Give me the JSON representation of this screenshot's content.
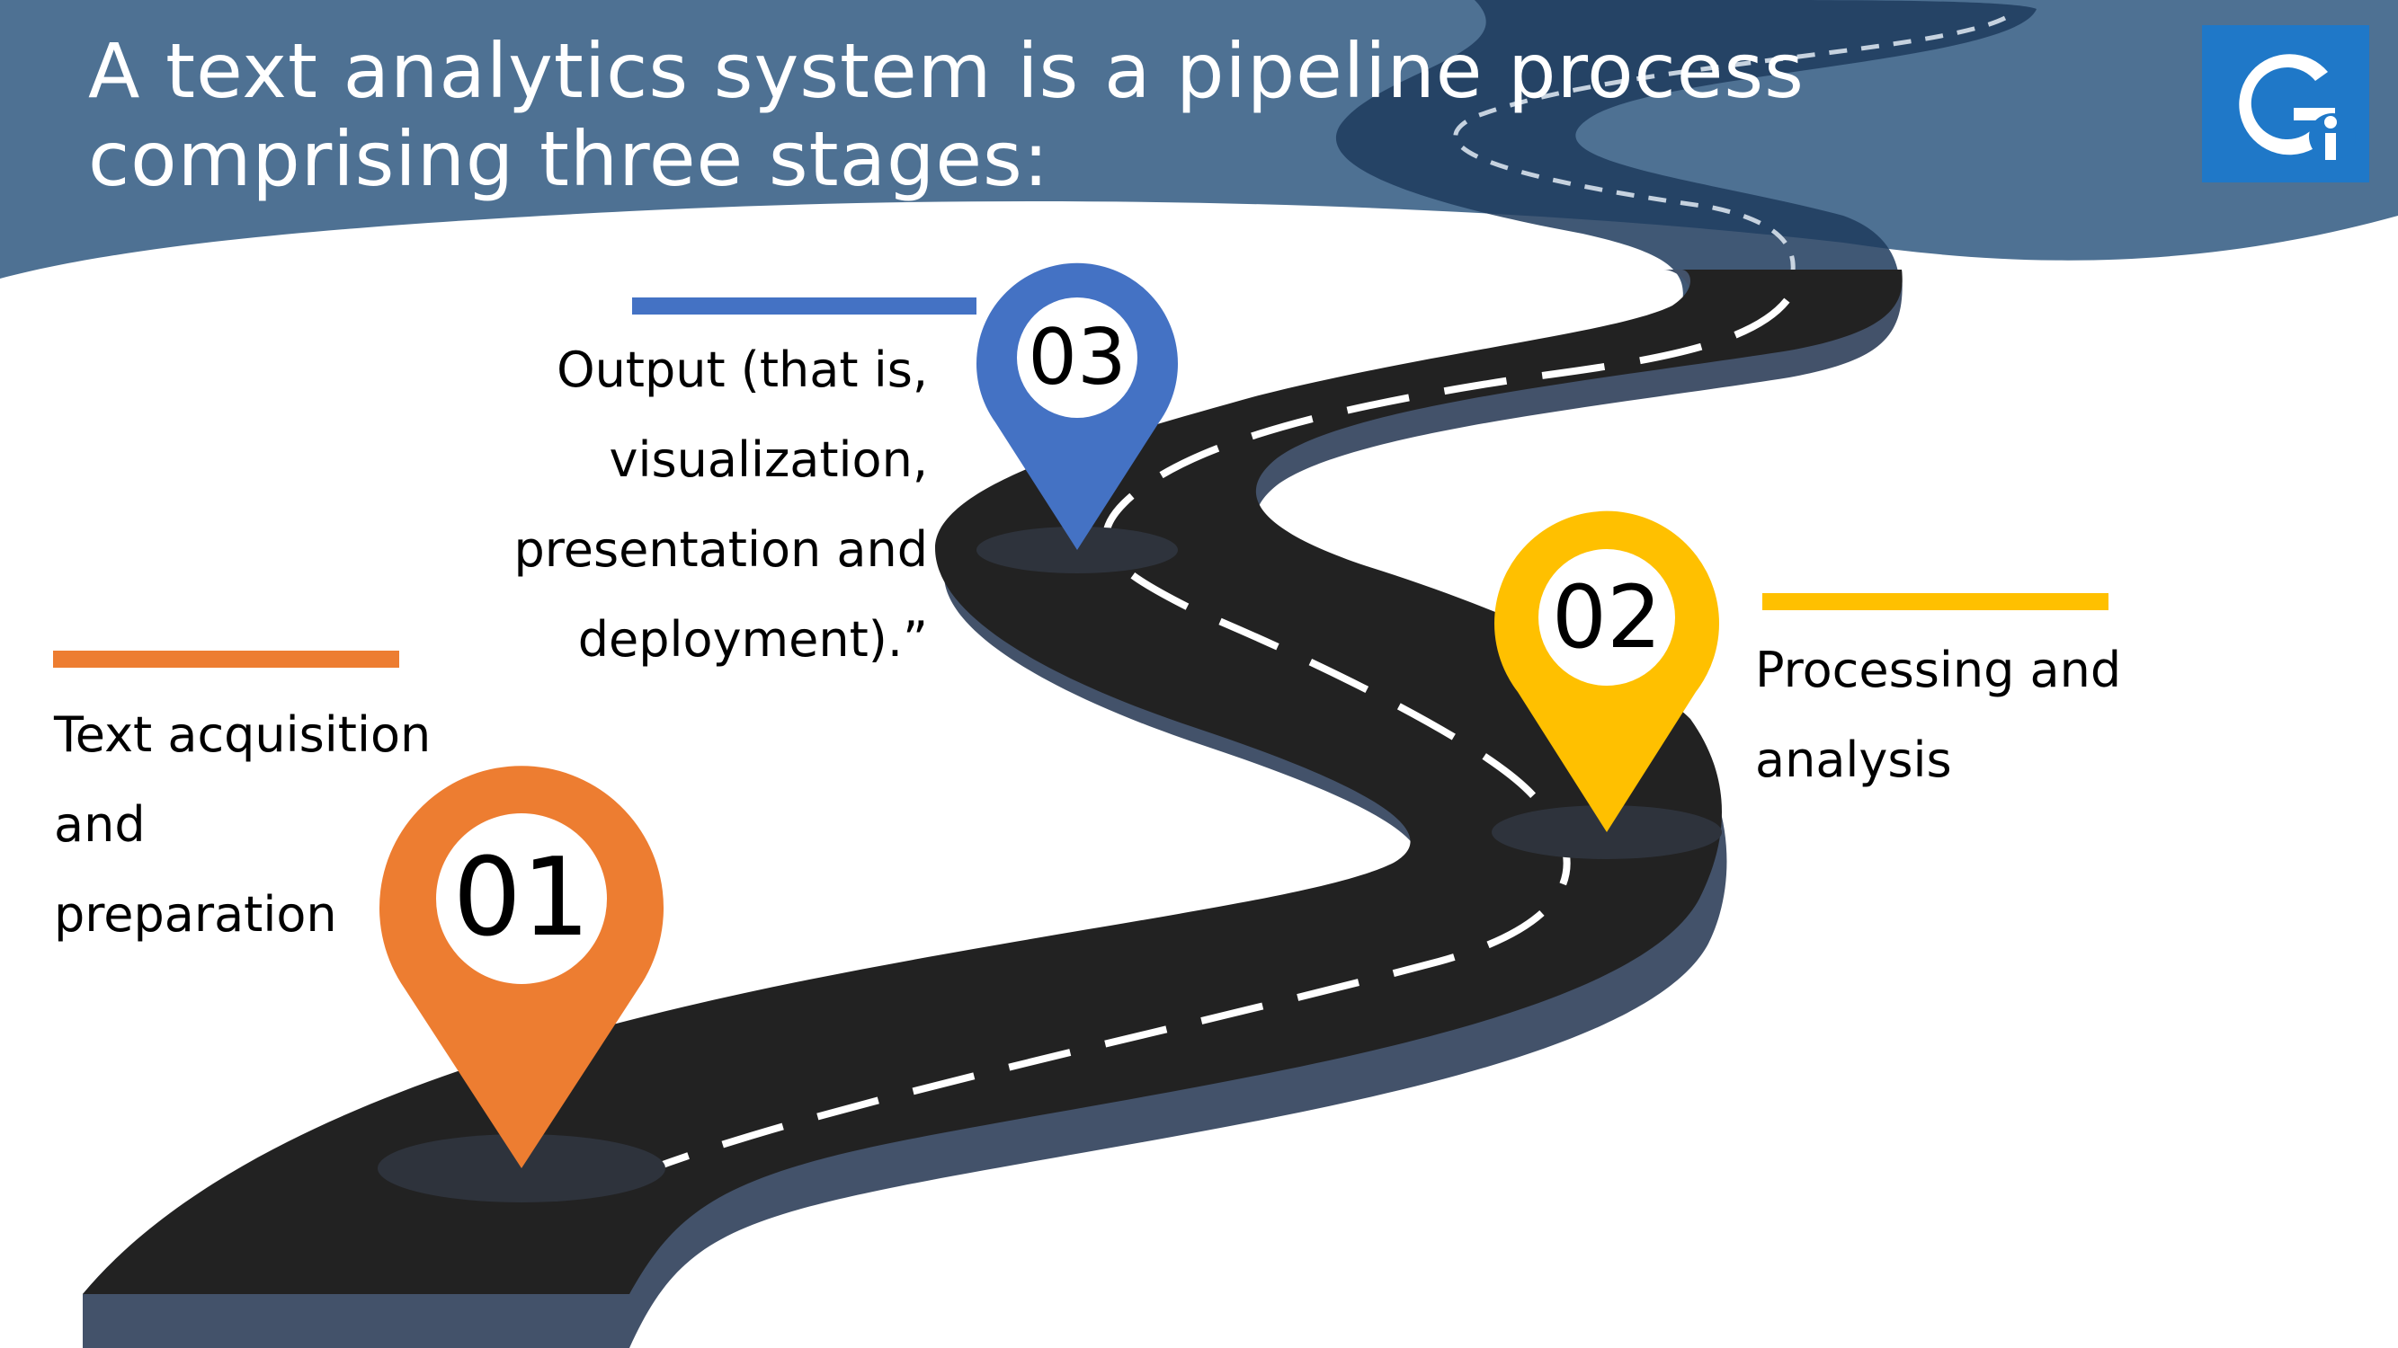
{
  "slide": {
    "title_lines": [
      "A text analytics system is a pipeline process",
      "comprising three stages:"
    ],
    "colors": {
      "header": "#4e7193",
      "road": "#222222",
      "road_edge": "#43526a",
      "stage1": "#ed7d31",
      "stage2": "#ffc000",
      "stage3": "#4472c4",
      "logo": "#1f78c8"
    }
  },
  "logo": {
    "letter": "G",
    "sub_letter": "i",
    "icon": "gi-logo-icon"
  },
  "stages": [
    {
      "number": "01",
      "color": "#ed7d31",
      "text_lines": [
        "Text acquisition",
        "and",
        "preparation"
      ]
    },
    {
      "number": "02",
      "color": "#ffc000",
      "text_lines": [
        "Processing and",
        "analysis"
      ]
    },
    {
      "number": "03",
      "color": "#4472c4",
      "text_lines": [
        "Output (that is,",
        "visualization,",
        "presentation and",
        "deployment).”"
      ]
    }
  ]
}
